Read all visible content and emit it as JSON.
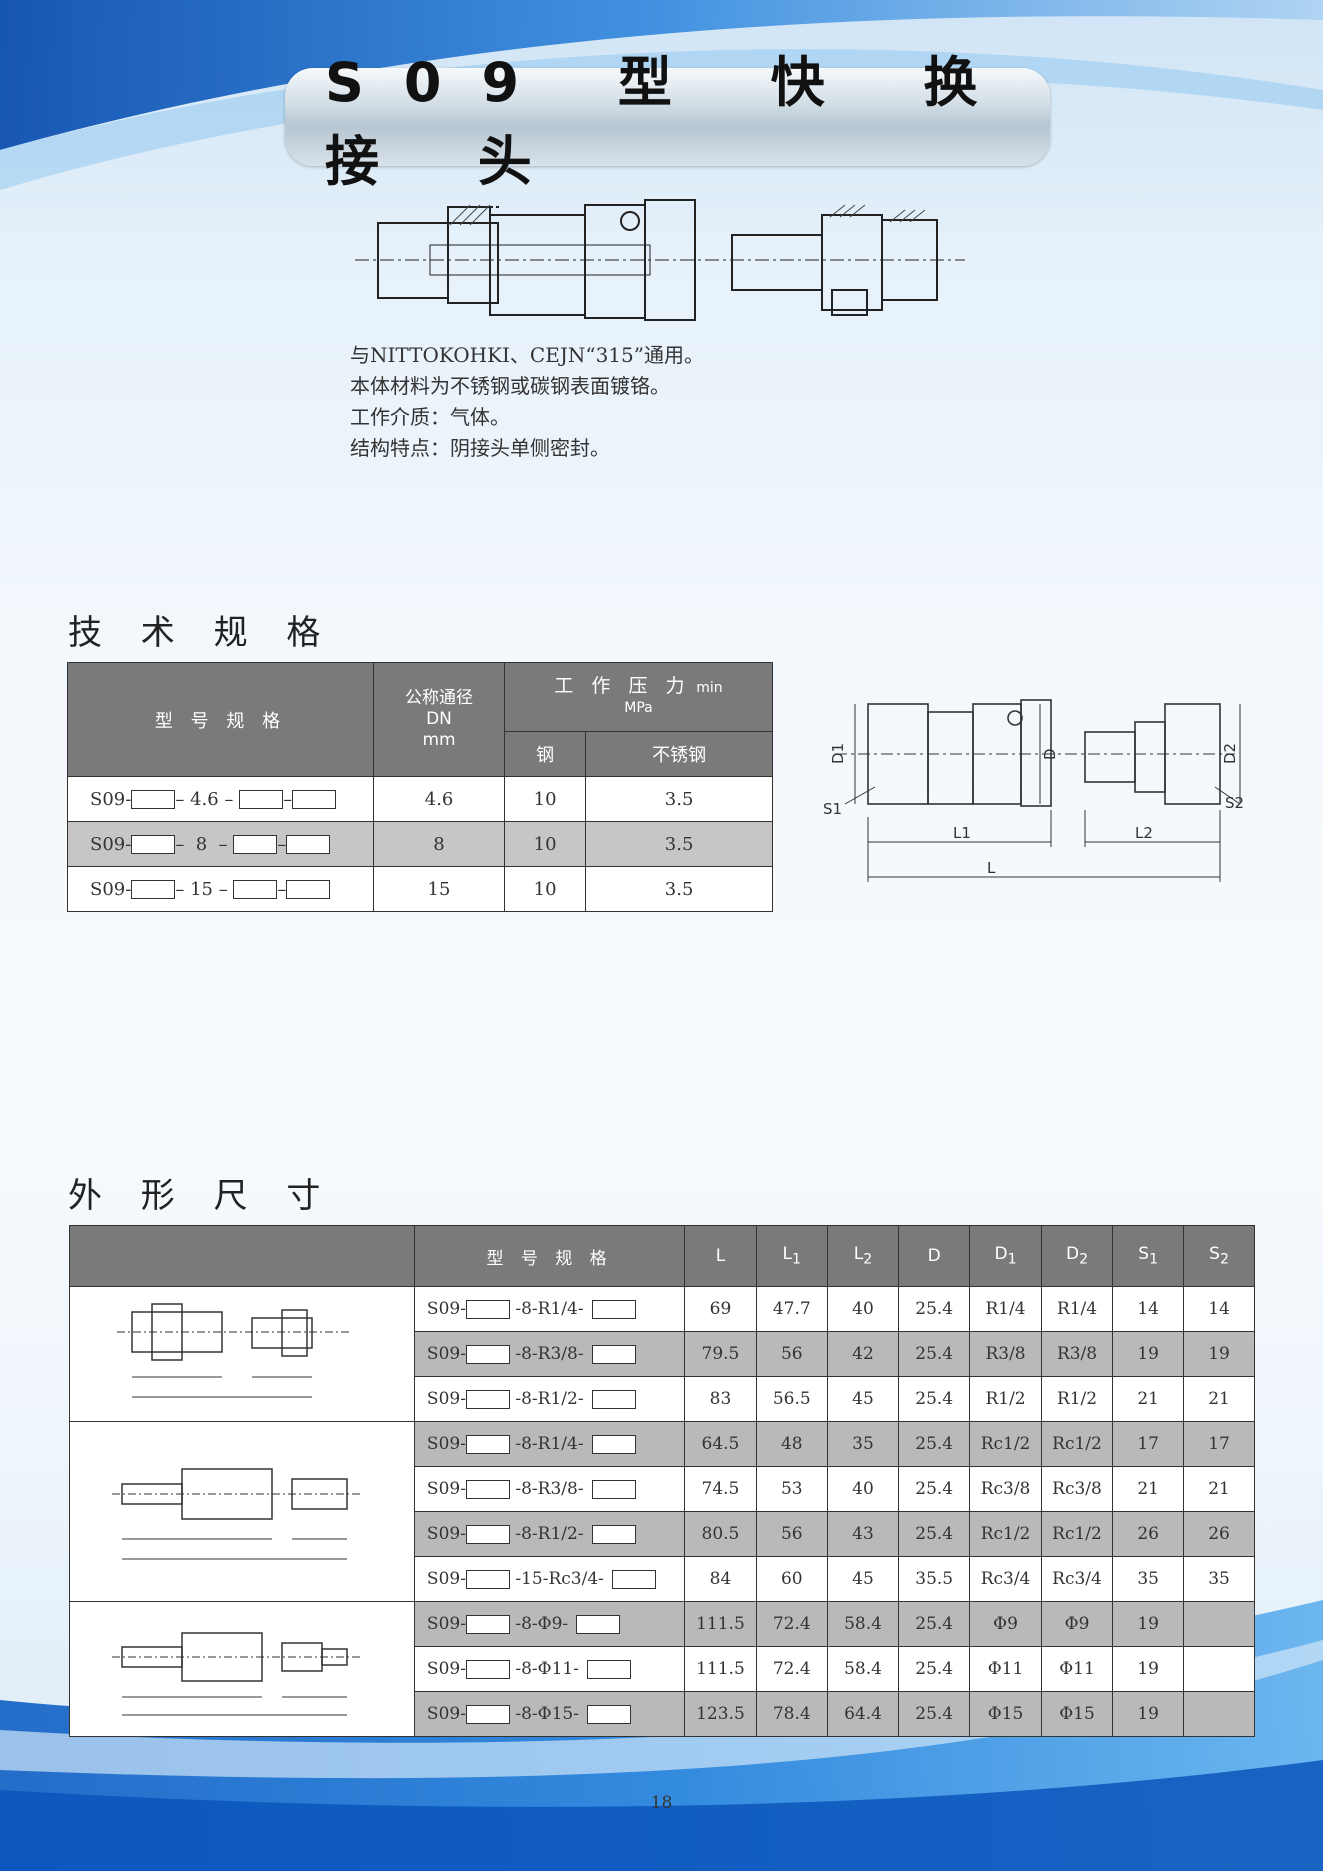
{
  "header": {
    "title": "S09 型 快 换 接 头"
  },
  "intro": {
    "lines": [
      "与NITTOKOHKI、CEJN“315”通用。",
      "本体材料为不锈钢或碳钢表面镀铬。",
      "工作介质：气体。",
      "结构特点：阴接头单侧密封。"
    ]
  },
  "spec": {
    "heading": "技 术 规 格",
    "columns": {
      "model": "型 号 规 格",
      "dn": "公称通径",
      "dn_unit1": "DN",
      "dn_unit2": "mm",
      "pressure": "工 作 压 力",
      "pressure_min": "min",
      "pressure_unit": "MPa",
      "steel": "钢",
      "stainless": "不锈钢"
    },
    "rows": [
      {
        "prefix": "S09-",
        "size": "4.6",
        "dn": "4.6",
        "steel": "10",
        "stainless": "3.5"
      },
      {
        "prefix": "S09-",
        "size": "8",
        "dn": "8",
        "steel": "10",
        "stainless": "3.5"
      },
      {
        "prefix": "S09-",
        "size": "15",
        "dn": "15",
        "steel": "10",
        "stainless": "3.5"
      }
    ],
    "diagram_labels": {
      "D1": "D1",
      "D": "D",
      "D2": "D2",
      "S1": "S1",
      "S2": "S2",
      "L1": "L1",
      "L2": "L2",
      "L": "L"
    }
  },
  "dimensions": {
    "heading": "外 形 尺 寸",
    "columns": {
      "model": "型 号 规 格",
      "L": "L",
      "L1": "L",
      "L1_sub": "1",
      "L2": "L",
      "L2_sub": "2",
      "D": "D",
      "D1": "D",
      "D1_sub": "1",
      "D2": "D",
      "D2_sub": "2",
      "S1": "S",
      "S1_sub": "1",
      "S2": "S",
      "S2_sub": "2"
    },
    "rows": [
      {
        "prefix": "S09-",
        "code": "-8-R1/4-",
        "L": "69",
        "L1": "47.7",
        "L2": "40",
        "D": "25.4",
        "D1": "R1/4",
        "D2": "R1/4",
        "S1": "14",
        "S2": "14"
      },
      {
        "prefix": "S09-",
        "code": "-8-R3/8-",
        "L": "79.5",
        "L1": "56",
        "L2": "42",
        "D": "25.4",
        "D1": "R3/8",
        "D2": "R3/8",
        "S1": "19",
        "S2": "19"
      },
      {
        "prefix": "S09-",
        "code": "-8-R1/2-",
        "L": "83",
        "L1": "56.5",
        "L2": "45",
        "D": "25.4",
        "D1": "R1/2",
        "D2": "R1/2",
        "S1": "21",
        "S2": "21"
      },
      {
        "prefix": "S09-",
        "code": "-8-R1/4-",
        "L": "64.5",
        "L1": "48",
        "L2": "35",
        "D": "25.4",
        "D1": "Rc1/2",
        "D2": "Rc1/2",
        "S1": "17",
        "S2": "17"
      },
      {
        "prefix": "S09-",
        "code": "-8-R3/8-",
        "L": "74.5",
        "L1": "53",
        "L2": "40",
        "D": "25.4",
        "D1": "Rc3/8",
        "D2": "Rc3/8",
        "S1": "21",
        "S2": "21"
      },
      {
        "prefix": "S09-",
        "code": "-8-R1/2-",
        "L": "80.5",
        "L1": "56",
        "L2": "43",
        "D": "25.4",
        "D1": "Rc1/2",
        "D2": "Rc1/2",
        "S1": "26",
        "S2": "26"
      },
      {
        "prefix": "S09-",
        "code": "-15-Rc3/4-",
        "L": "84",
        "L1": "60",
        "L2": "45",
        "D": "35.5",
        "D1": "Rc3/4",
        "D2": "Rc3/4",
        "S1": "35",
        "S2": "35"
      },
      {
        "prefix": "S09-",
        "code": "-8-Φ9-",
        "L": "111.5",
        "L1": "72.4",
        "L2": "58.4",
        "D": "25.4",
        "D1": "Φ9",
        "D2": "Φ9",
        "S1": "19",
        "S2": ""
      },
      {
        "prefix": "S09-",
        "code": "-8-Φ11-",
        "L": "111.5",
        "L1": "72.4",
        "L2": "58.4",
        "D": "25.4",
        "D1": "Φ11",
        "D2": "Φ11",
        "S1": "19",
        "S2": ""
      },
      {
        "prefix": "S09-",
        "code": "-8-Φ15-",
        "L": "123.5",
        "L1": "78.4",
        "L2": "64.4",
        "D": "25.4",
        "D1": "Φ15",
        "D2": "Φ15",
        "S1": "19",
        "S2": ""
      }
    ]
  },
  "footer": {
    "page_number": "18"
  },
  "colors": {
    "header_gray": "#7a7a7a",
    "row_gray": "#c6c6c6",
    "accent_blue": "#1d6fc7"
  }
}
